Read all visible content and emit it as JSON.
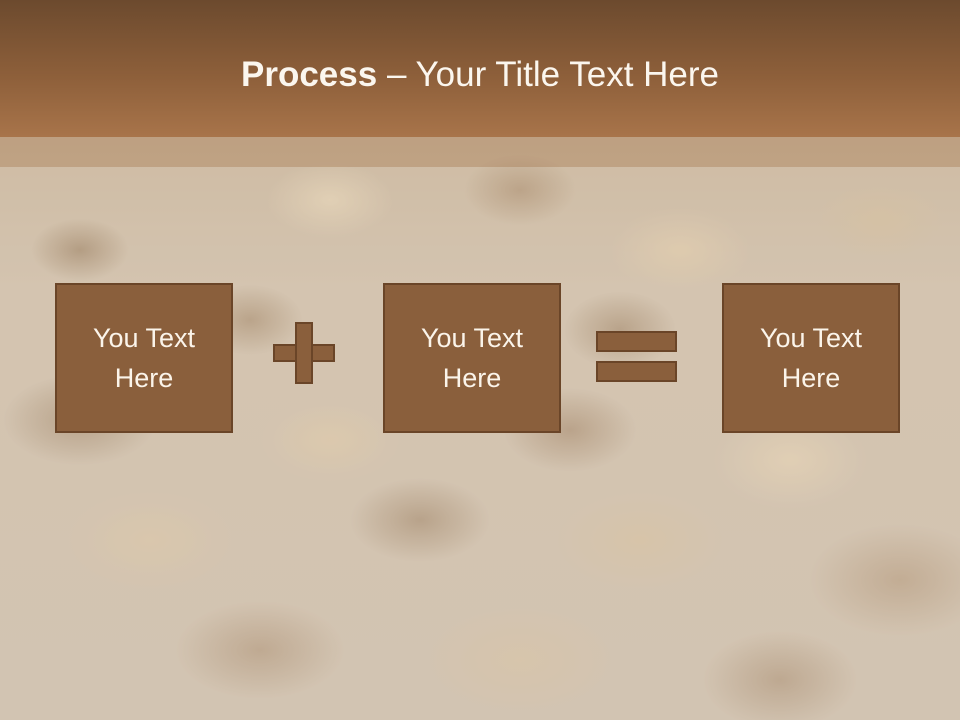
{
  "slide": {
    "title_strong": "Process",
    "title_rest": " – Your Title Text Here",
    "boxes": [
      {
        "text": "You Text Here"
      },
      {
        "text": "You Text Here"
      },
      {
        "text": "You Text Here"
      }
    ],
    "operators": [
      "plus-icon",
      "equals-icon"
    ]
  },
  "colors": {
    "title_band": "#8d5f3a",
    "box_fill": "#8a5f3c",
    "box_border": "#6a4528",
    "text_light": "#fbf6ee"
  }
}
